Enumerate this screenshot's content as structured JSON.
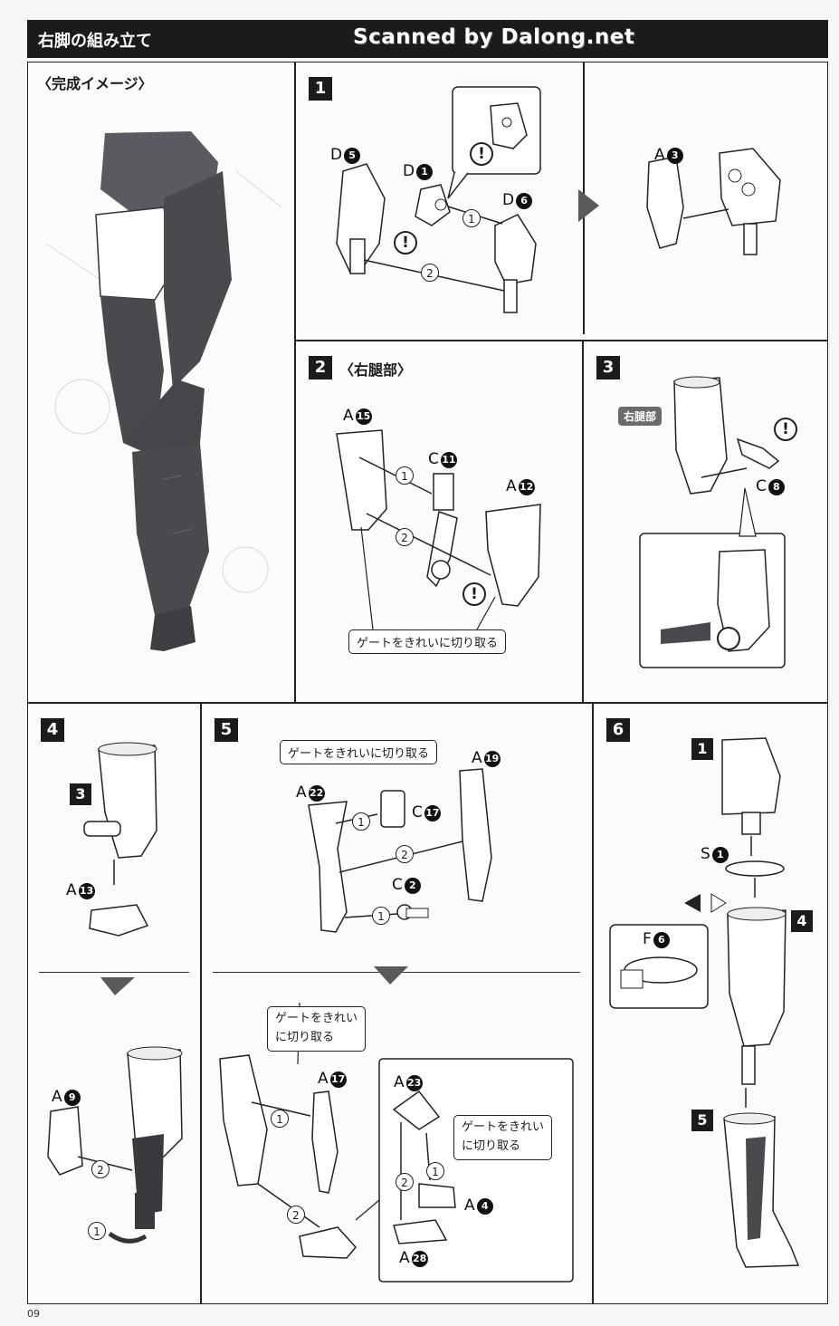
{
  "header": {
    "title": "右脚の組み立て",
    "scan_credit": "Scanned by Dalong.net"
  },
  "completed": {
    "heading": "〈完成イメージ〉"
  },
  "steps": {
    "s1": {
      "num": "1",
      "parts": {
        "d5": "D",
        "d5n": "5",
        "d1": "D",
        "d1n": "1",
        "d6": "D",
        "d6n": "6",
        "a3": "A",
        "a3n": "3"
      },
      "seq": [
        "1",
        "2"
      ]
    },
    "s2": {
      "num": "2",
      "title": "〈右腿部〉",
      "parts": {
        "a15": "A",
        "a15n": "15",
        "c11": "C",
        "c11n": "11",
        "a12": "A",
        "a12n": "12"
      },
      "seq": [
        "1",
        "2"
      ],
      "callout": "ゲートをきれいに切り取る"
    },
    "s3": {
      "num": "3",
      "tag": "右腿部",
      "parts": {
        "c8": "C",
        "c8n": "8"
      }
    },
    "s4": {
      "num": "4",
      "ref": "3",
      "parts": {
        "a13": "A",
        "a13n": "13",
        "a9": "A",
        "a9n": "9"
      },
      "seq": [
        "2",
        "1"
      ]
    },
    "s5": {
      "num": "5",
      "callout_top": "ゲートをきれいに切り取る",
      "callout_mid_1": "ゲートをきれい",
      "callout_mid_2": "に切り取る",
      "callout_box_1": "ゲートをきれい",
      "callout_box_2": "に切り取る",
      "parts": {
        "a19": "A",
        "a19n": "19",
        "a22": "A",
        "a22n": "22",
        "c17": "C",
        "c17n": "17",
        "c2": "C",
        "c2n": "2",
        "a17": "A",
        "a17n": "17",
        "a23": "A",
        "a23n": "23",
        "a4": "A",
        "a4n": "4",
        "a28": "A",
        "a28n": "28"
      },
      "seq": [
        "1",
        "2",
        "1",
        "1",
        "2",
        "2",
        "1"
      ]
    },
    "s6": {
      "num": "6",
      "refs": [
        "1",
        "4",
        "5"
      ],
      "parts": {
        "s1": "S",
        "s1n": "1",
        "f6": "F",
        "f6n": "6"
      }
    }
  },
  "warning_symbol": "!",
  "page_number": "09",
  "colors": {
    "header_bg": "#1b1b1b",
    "part_gray": "#4a4a4e",
    "panel_border": "#222222"
  }
}
